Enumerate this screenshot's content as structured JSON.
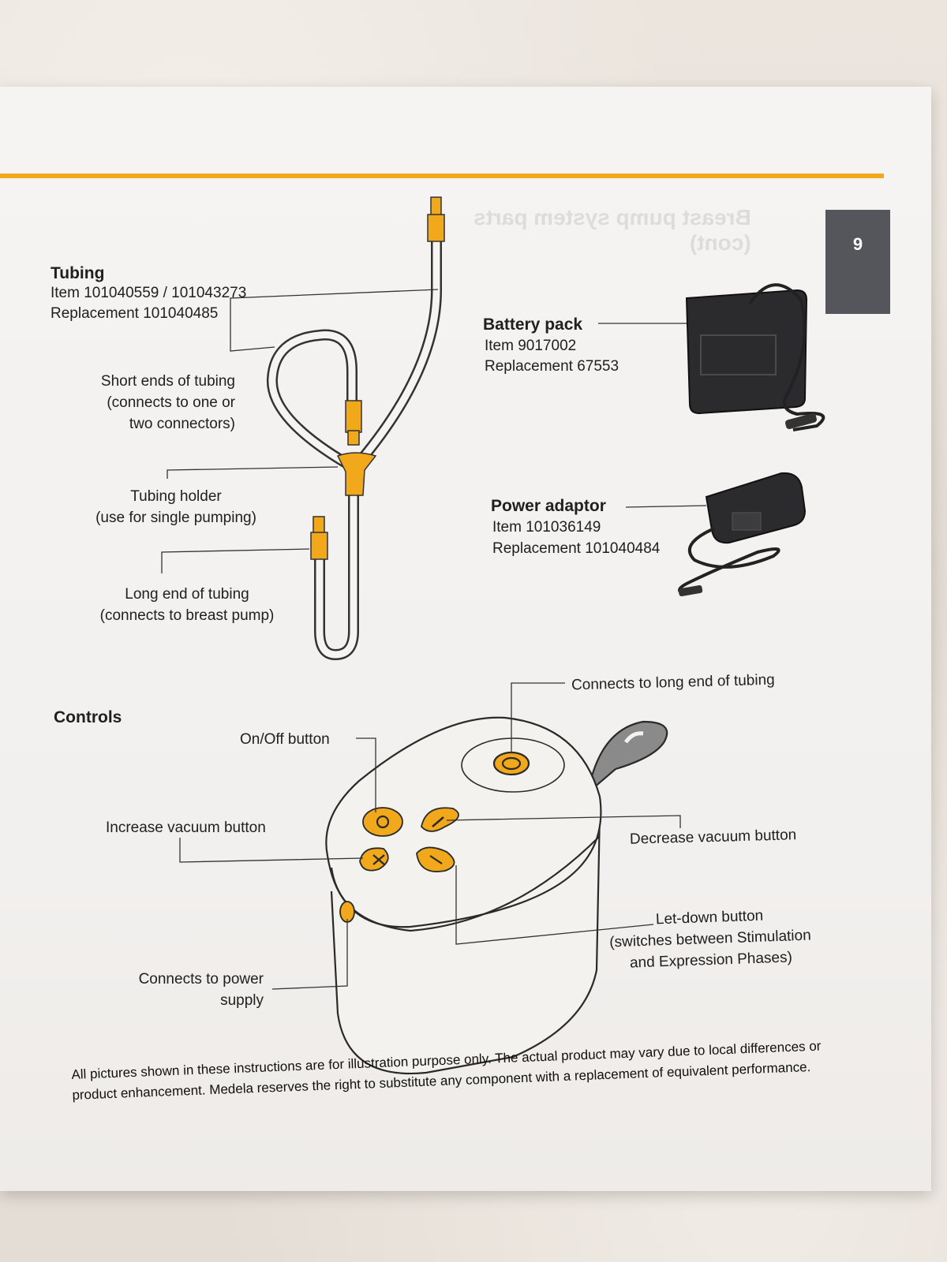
{
  "page": {
    "number": "9",
    "background_title": "Breast pump system parts\n(cont)",
    "accent_color": "#f2a81b",
    "tab_color": "#54565b"
  },
  "tubing": {
    "heading": "Tubing",
    "item": "Item 101040559 / 101043273",
    "replacement": "Replacement 101040485",
    "short_ends_label": "Short ends of tubing\n(connects to one or\ntwo connectors)",
    "holder_label": "Tubing holder\n(use for single pumping)",
    "long_end_label": "Long end of tubing\n(connects to breast pump)"
  },
  "battery_pack": {
    "heading": "Battery pack",
    "item": "Item 9017002",
    "replacement": "Replacement 67553"
  },
  "power_adaptor": {
    "heading": "Power adaptor",
    "item": "Item 101036149",
    "replacement": "Replacement 101040484"
  },
  "controls": {
    "heading": "Controls",
    "on_off_label": "On/Off button",
    "increase_label": "Increase vacuum button",
    "connects_power_label": "Connects to power\nsupply",
    "connects_tubing_label": "Connects to long end of tubing",
    "decrease_label": "Decrease vacuum button",
    "letdown_label": "Let-down button\n(switches between Stimulation\nand Expression Phases)"
  },
  "footer": {
    "disclaimer": "All pictures shown in these instructions are for illustration purpose only. The actual product may vary due to local differences or product enhancement. Medela reserves the right to substitute any component with a replacement of equivalent performance."
  }
}
